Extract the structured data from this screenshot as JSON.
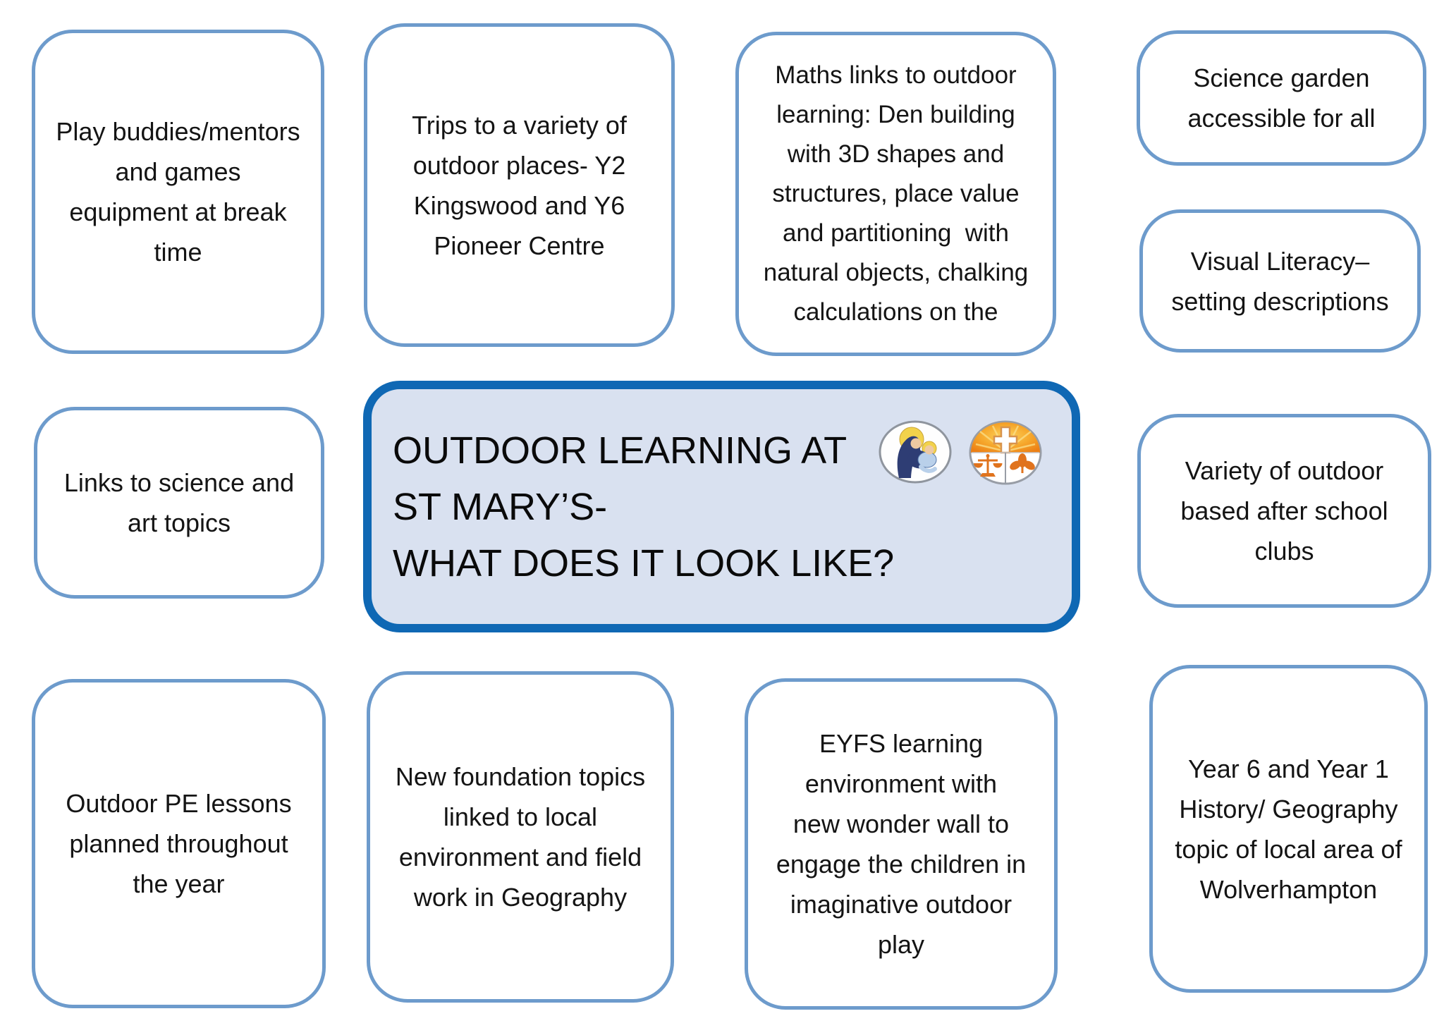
{
  "page": {
    "background": "#ffffff",
    "text_color": "#141414",
    "box_border_color": "#6d9bcc",
    "title_border_color": "#0f68b4",
    "title_fill_color": "#d9e1f0",
    "crest_orange": "#e0731d",
    "halo_yellow": "#f2d24b",
    "madonna_navy": "#2e3d74"
  },
  "title_box": {
    "text": "OUTDOOR LEARNING AT\nST MARY’S-\nWHAT DOES IT LOOK LIKE?",
    "logos": [
      {
        "name": "madonna-and-child-logo"
      },
      {
        "name": "school-crest-logo"
      }
    ]
  },
  "boxes": [
    {
      "id": "play-buddies",
      "text": "Play buddies/mentors\nand games\nequipment at break\ntime"
    },
    {
      "id": "trips",
      "text": "Trips to a variety of\noutdoor places- Y2\nKingswood and Y6\nPioneer Centre"
    },
    {
      "id": "maths-links",
      "text": "Maths links to outdoor\nlearning: Den building\nwith 3D shapes and\nstructures, place value\nand partitioning  with\nnatural objects, chalking\ncalculations on the"
    },
    {
      "id": "science-garden",
      "text": "Science garden\naccessible for all"
    },
    {
      "id": "visual-literacy",
      "text": "Visual Literacy–\nsetting descriptions"
    },
    {
      "id": "links-science-art",
      "text": "Links to science and\nart topics"
    },
    {
      "id": "after-school-clubs",
      "text": "Variety of outdoor\nbased after school\nclubs"
    },
    {
      "id": "outdoor-pe",
      "text": "Outdoor PE lessons\nplanned throughout\nthe year"
    },
    {
      "id": "foundation-topics",
      "text": "New foundation topics\nlinked to local\nenvironment and field\nwork in Geography"
    },
    {
      "id": "eyfs",
      "text": "EYFS learning\nenvironment with\nnew wonder wall to\nengage the children in\nimaginative outdoor\nplay"
    },
    {
      "id": "year6-year1",
      "text": "Year 6 and Year 1\nHistory/ Geography\ntopic of local area of\nWolverhampton"
    }
  ]
}
